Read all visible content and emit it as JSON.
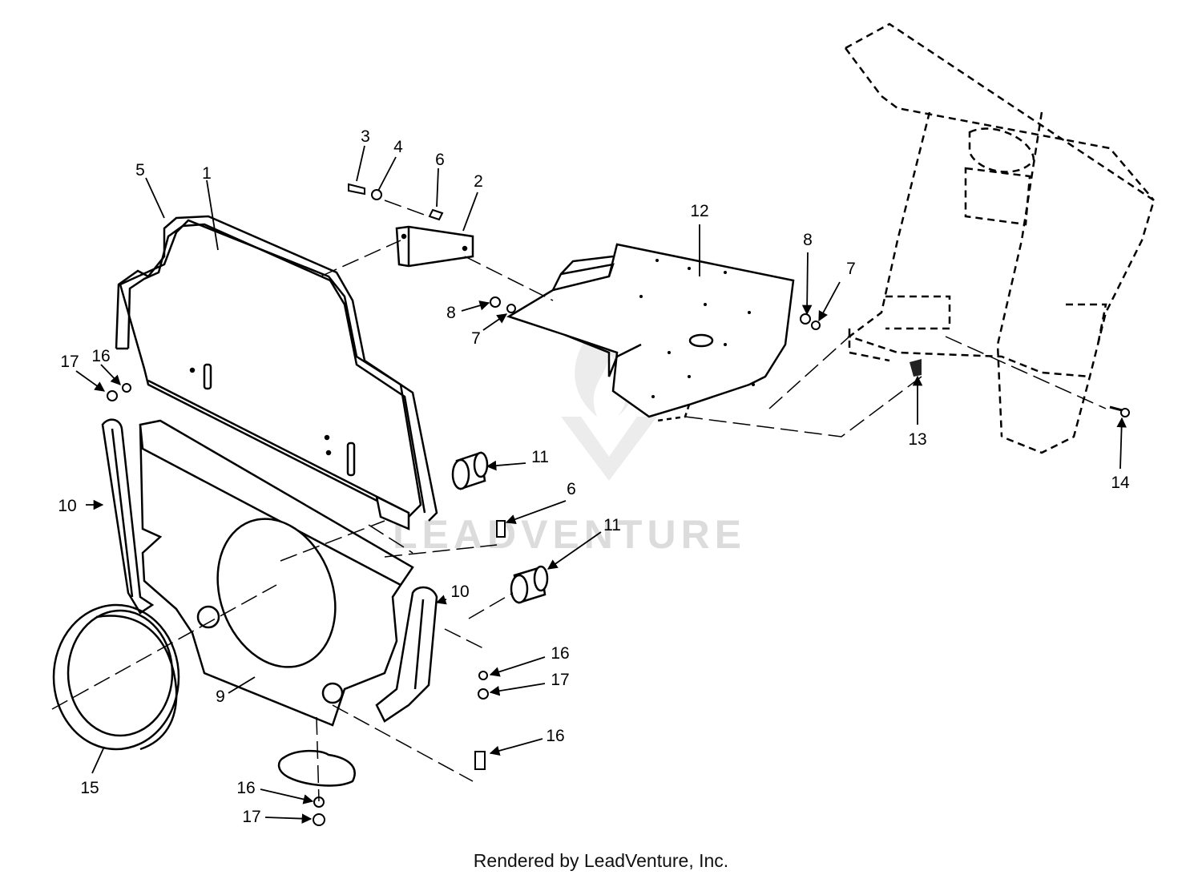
{
  "watermark": {
    "text": "LEADVENTURE"
  },
  "footer": {
    "credit": "Rendered by LeadVenture, Inc."
  },
  "callouts": [
    {
      "id": "c1",
      "label": "1"
    },
    {
      "id": "c2",
      "label": "2"
    },
    {
      "id": "c3",
      "label": "3"
    },
    {
      "id": "c4",
      "label": "4"
    },
    {
      "id": "c5",
      "label": "5"
    },
    {
      "id": "c6a",
      "label": "6"
    },
    {
      "id": "c6b",
      "label": "6"
    },
    {
      "id": "c7a",
      "label": "7"
    },
    {
      "id": "c7b",
      "label": "7"
    },
    {
      "id": "c8a",
      "label": "8"
    },
    {
      "id": "c8b",
      "label": "8"
    },
    {
      "id": "c9",
      "label": "9"
    },
    {
      "id": "c10a",
      "label": "10"
    },
    {
      "id": "c10b",
      "label": "10"
    },
    {
      "id": "c11a",
      "label": "11"
    },
    {
      "id": "c11b",
      "label": "11"
    },
    {
      "id": "c12",
      "label": "12"
    },
    {
      "id": "c13",
      "label": "13"
    },
    {
      "id": "c14",
      "label": "14"
    },
    {
      "id": "c15",
      "label": "15"
    },
    {
      "id": "c16a",
      "label": "16"
    },
    {
      "id": "c16b",
      "label": "16"
    },
    {
      "id": "c16c",
      "label": "16"
    },
    {
      "id": "c16d",
      "label": "16"
    },
    {
      "id": "c17a",
      "label": "17"
    },
    {
      "id": "c17b",
      "label": "17"
    },
    {
      "id": "c17c",
      "label": "17"
    }
  ]
}
